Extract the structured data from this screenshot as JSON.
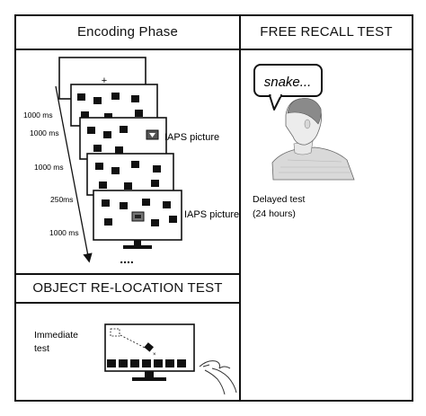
{
  "encoding": {
    "title": "Encoding Phase",
    "timings": [
      "1000 ms",
      "1000 ms",
      "1000 ms",
      "250ms",
      "1000 ms"
    ],
    "fixation": "+",
    "picture_label_1": "IAPS picture",
    "picture_label_2": "IAPS picture",
    "continuation": "...."
  },
  "relocation": {
    "title": "OBJECT RE-LOCATION TEST",
    "label_line1": "Immediate",
    "label_line2": "test"
  },
  "recall": {
    "title": "FREE RECALL TEST",
    "speech": "snake...",
    "label_line1": "Delayed test",
    "label_line2": "(24 hours)"
  },
  "colors": {
    "ink": "#111111",
    "shade": "#cfcfcf",
    "paper": "#ffffff"
  }
}
